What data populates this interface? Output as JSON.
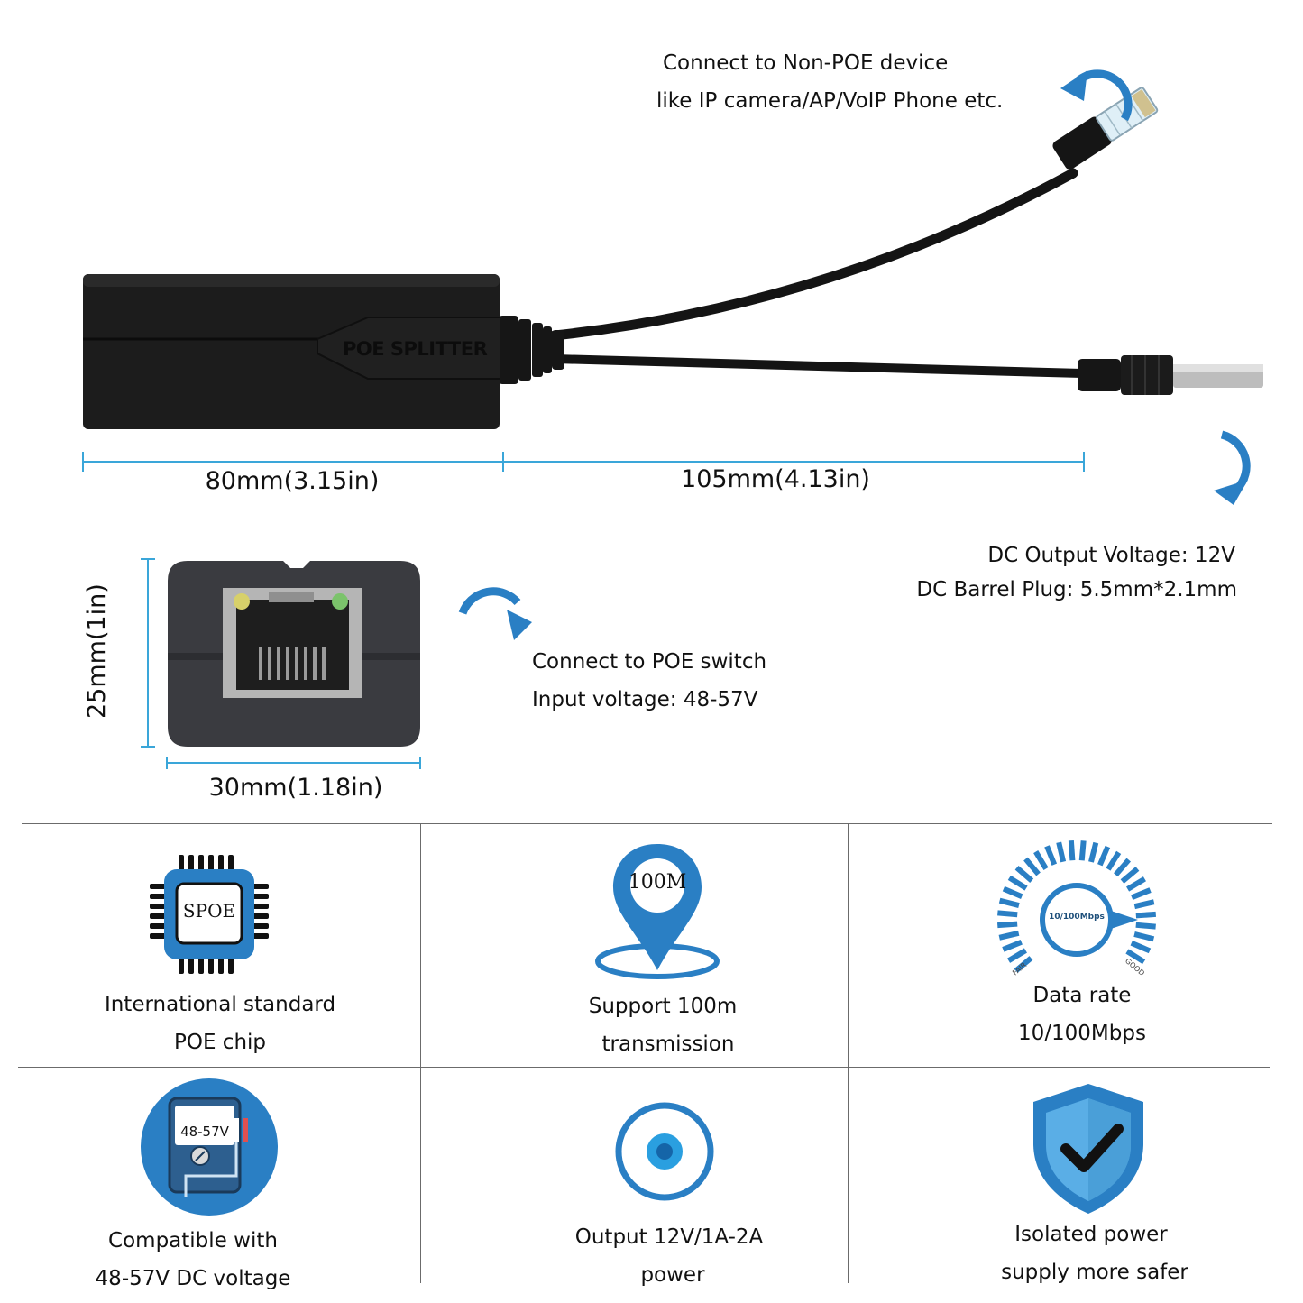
{
  "labels": {
    "rj45_line1": "Connect to Non-POE device",
    "rj45_line2": "like IP camera/AP/VoIP Phone etc.",
    "splitter_text": "POE SPLITTER",
    "dim_body": "80mm(3.15in)",
    "dim_cable": "105mm(4.13in)",
    "dc_line1": "DC Output Voltage: 12V",
    "dc_line2": "DC Barrel Plug: 5.5mm*2.1mm",
    "dim_height": "25mm(1in)",
    "dim_width": "30mm(1.18in)",
    "poe_line1": "Connect to POE switch",
    "poe_line2": "Input voltage: 48-57V"
  },
  "features": [
    {
      "icon": "chip-icon",
      "icon_text": "SPOE",
      "line1": "International standard",
      "line2": "POE chip"
    },
    {
      "icon": "location-pin-icon",
      "icon_text": "100M",
      "line1": "Support 100m",
      "line2": "transmission"
    },
    {
      "icon": "speedometer-icon",
      "icon_text": "10/100Mbps",
      "gauge_low": "FAIR",
      "gauge_high": "GOOD",
      "line1": "Data rate",
      "line2": "10/100Mbps"
    },
    {
      "icon": "voltmeter-icon",
      "icon_text": "48-57V",
      "line1": "Compatible with",
      "line2": "48-57V DC voltage"
    },
    {
      "icon": "power-target-icon",
      "line1": "Output 12V/1A-2A",
      "line2": "power"
    },
    {
      "icon": "shield-check-icon",
      "line1": "Isolated power",
      "line2": "supply more safer"
    }
  ],
  "colors": {
    "accent_blue": "#2a7fc4",
    "dim_line": "#3aa6d9",
    "device_body": "#1c1c1c",
    "grid_line": "#6b6b6b"
  }
}
